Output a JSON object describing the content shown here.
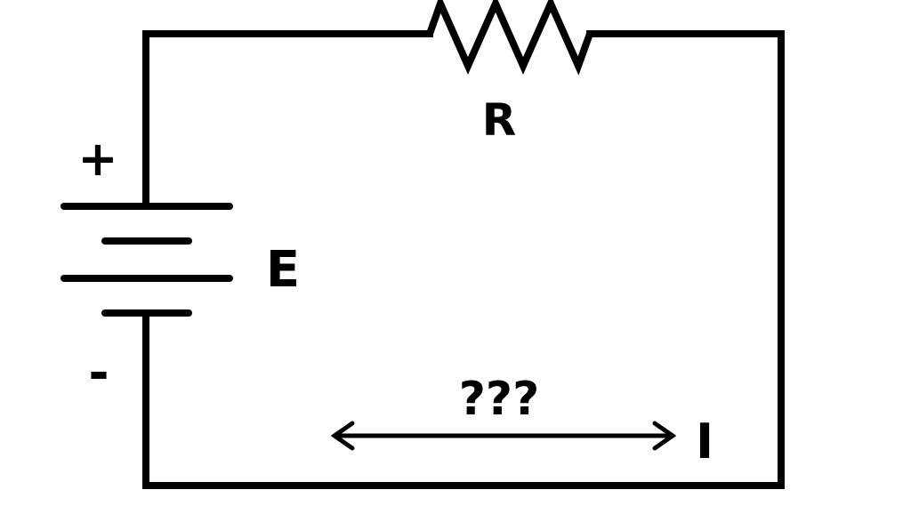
{
  "diagram": {
    "labels": {
      "resistor": "R",
      "source": "E",
      "positive_terminal": "+",
      "negative_terminal": "-",
      "unknown": "???",
      "current": "I"
    },
    "colors": {
      "background": "#ffffff",
      "ink": "#000000"
    }
  }
}
